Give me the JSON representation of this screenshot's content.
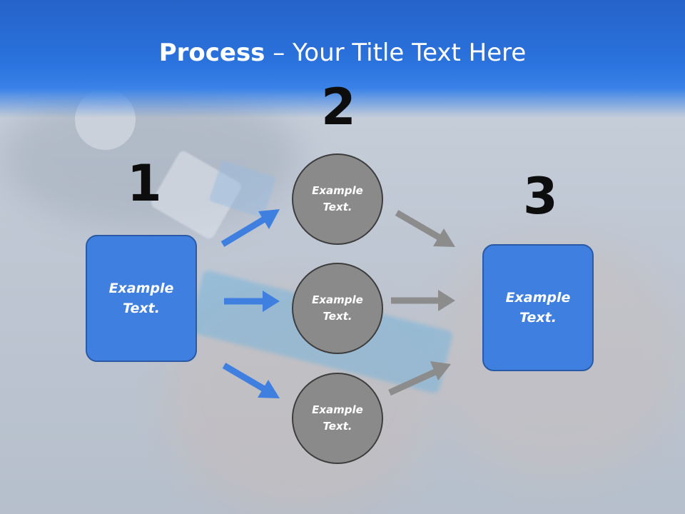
{
  "slide": {
    "title_bold": "Process",
    "title_rest": " – Your Title Text Here"
  },
  "steps": {
    "n1": "1",
    "n2": "2",
    "n3": "3"
  },
  "boxes": {
    "left": "Example Text.",
    "right": "Example Text."
  },
  "circles": [
    "Example Text.",
    "Example Text.",
    "Example Text."
  ],
  "colors": {
    "header_blue": "#2563c9",
    "box_blue": "#3f7fe0",
    "arrow_blue": "#3f7fe0",
    "circle_gray": "#8a8a8a",
    "arrow_gray": "#8c8c8c"
  }
}
